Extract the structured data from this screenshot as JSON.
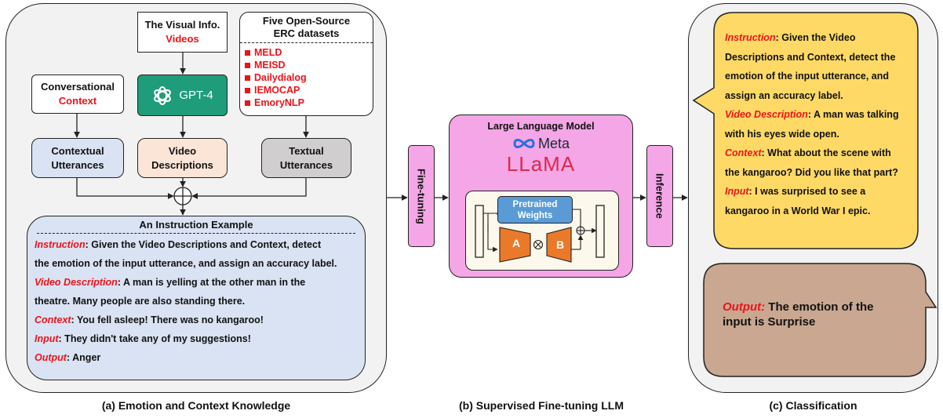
{
  "panel_a": {
    "caption": "(a) Emotion and Context Knowledge",
    "visual_info": {
      "line1": "The Visual Info.",
      "line2": "Videos"
    },
    "datasets": {
      "title_line1": "Five Open-Source",
      "title_line2": "ERC datasets",
      "items": [
        "MELD",
        "MEISD",
        "Dailydialog",
        "IEMOCAP",
        "EmoryNLP"
      ]
    },
    "gpt4_label": "GPT-4",
    "conversational": {
      "line1": "Conversational",
      "line2": "Context"
    },
    "contextual_utterances": {
      "line1": "Contextual",
      "line2": "Utterances"
    },
    "video_descriptions": {
      "line1": "Video",
      "line2": "Descriptions"
    },
    "textual_utterances": {
      "line1": "Textual",
      "line2": "Utterances"
    },
    "example": {
      "title": "An Instruction Example",
      "instruction_key": "Instruction",
      "instruction_text_1": ": Given the Video Descriptions and Context, detect",
      "instruction_text_2": "the emotion of the input utterance, and assign an accuracy label.",
      "video_key": "Video Description",
      "video_text_1": ": A man is yelling at the other man in the",
      "video_text_2": "theatre. Many people are also standing there.",
      "context_key": "Context",
      "context_text": ": You fell asleep! There was no kangaroo!",
      "input_key": "Input",
      "input_text": ": They didn't take any of my suggestions!",
      "output_key": "Output",
      "output_text": ": Anger"
    }
  },
  "panel_b": {
    "caption": "(b) Supervised Fine-tuning LLM",
    "fine_tuning": "Fine-tuning",
    "inference": "Inference",
    "llm_title": "Large Language Model",
    "meta_label": "Meta",
    "llama_label": "LLaMA",
    "pretrained_line1": "Pretrained",
    "pretrained_line2": "Weights",
    "lora_a": "A",
    "lora_b": "B",
    "colors": {
      "pink": "#f4a6e6",
      "orange": "#ea7a2a",
      "blue": "#5b9bd5"
    }
  },
  "panel_c": {
    "caption": "(c) Classification",
    "prompt": {
      "instruction_key": "Instruction",
      "instruction_lines": [
        ": Given the Video",
        "Descriptions and Context, detect the",
        "emotion of the input utterance, and",
        "assign an accuracy label."
      ],
      "video_key": "Video Description",
      "video_lines": [
        ": A man was talking",
        "with his eyes wide open."
      ],
      "context_key": "Context",
      "context_lines": [
        ": What about the scene with",
        "the kangaroo? Did you like that part?"
      ],
      "input_key": "Input",
      "input_lines": [
        ": I was surprised to see a",
        "kangaroo in a World War I epic."
      ]
    },
    "output": {
      "key": "Output:",
      "line1": " The emotion of the",
      "line2": "input is Surprise"
    },
    "colors": {
      "yellow": "#ffd966",
      "brown": "#c9a790"
    }
  }
}
